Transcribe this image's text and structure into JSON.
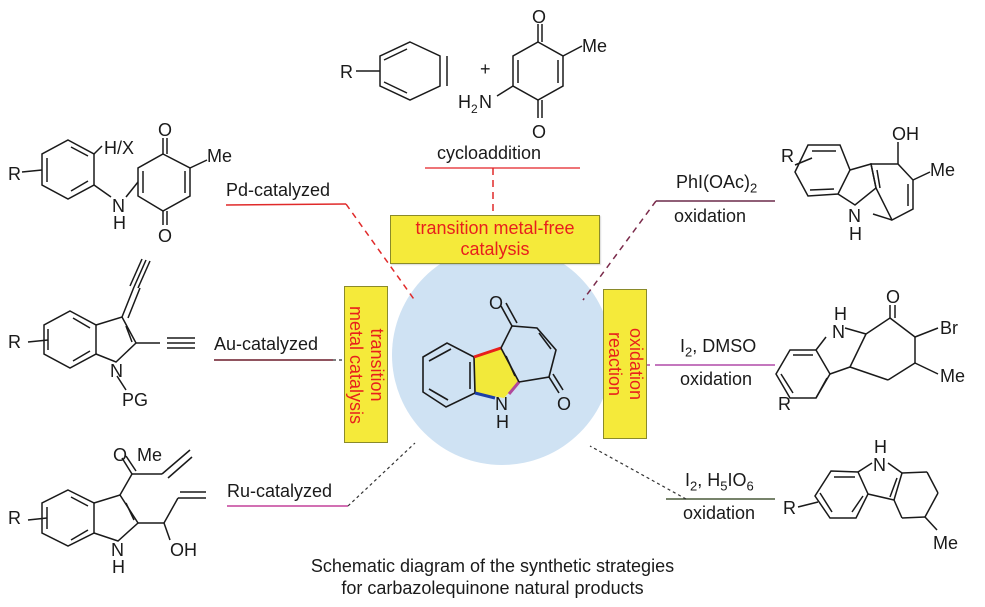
{
  "center": {
    "name": "carbazolequinone core",
    "atoms": {
      "o_top": "O",
      "o_bottom": "O",
      "nh_n": "N",
      "nh_h": "H"
    },
    "highlight_colors": {
      "ring_fill": "#f2e93a",
      "bond_red": "#e8201c",
      "bond_blue": "#1d3fa8",
      "bond_magenta": "#b0479a",
      "circle": "#cfe2f3"
    }
  },
  "categories": {
    "top": {
      "line1": "transition metal-free",
      "line2": "catalysis"
    },
    "left": {
      "line1": "transition",
      "line2": "metal catalysis"
    },
    "right": {
      "line1": "oxidation",
      "line2": "reaction"
    }
  },
  "routes": [
    {
      "id": "cycloaddition",
      "label": "cycloaddition",
      "line_color": "#e8474a",
      "substrate": {
        "r": "R",
        "plus": "+",
        "amine": "H2N",
        "o": "O",
        "me": "Me"
      }
    },
    {
      "id": "pd",
      "label": "Pd-catalyzed",
      "line_color": "#e02a2a",
      "substrate": {
        "r": "R",
        "hx": "H/X",
        "n": "N",
        "h": "H",
        "o": "O",
        "me": "Me"
      }
    },
    {
      "id": "au",
      "label": "Au-catalyzed",
      "line_color": "#6b1a2a",
      "substrate": {
        "r": "R",
        "n": "N",
        "pg": "PG"
      }
    },
    {
      "id": "ru",
      "label": "Ru-catalyzed",
      "line_color": "#c4409a",
      "substrate": {
        "r": "R",
        "o": "O",
        "me": "Me",
        "oh": "OH",
        "n": "N",
        "h": "H"
      }
    },
    {
      "id": "phi",
      "reagent": "PhI(OAc)",
      "reagent_sub": "2",
      "label": "oxidation",
      "line_color": "#6b2a4a",
      "substrate": {
        "r": "R",
        "oh": "OH",
        "me": "Me",
        "n": "N",
        "h": "H"
      }
    },
    {
      "id": "i2dmso",
      "reagent_pre": "I",
      "reagent_sub": "2",
      "reagent_post": ", DMSO",
      "label": "oxidation",
      "line_color": "#b04aa8",
      "substrate": {
        "r": "R",
        "o": "O",
        "br": "Br",
        "me": "Me",
        "n": "N",
        "h": "H"
      }
    },
    {
      "id": "i2h5io6",
      "reagent_pre": "I",
      "reagent_sub": "2",
      "reagent_mid": ", H",
      "reagent_sub2": "5",
      "reagent_mid2": "IO",
      "reagent_sub3": "6",
      "label": "oxidation",
      "line_color": "#4a5a3a",
      "substrate": {
        "r": "R",
        "me": "Me",
        "n": "N",
        "h": "H"
      }
    }
  ],
  "caption": {
    "line1": "Schematic diagram of the synthetic strategies",
    "line2": "for carbazolequinone natural products"
  }
}
